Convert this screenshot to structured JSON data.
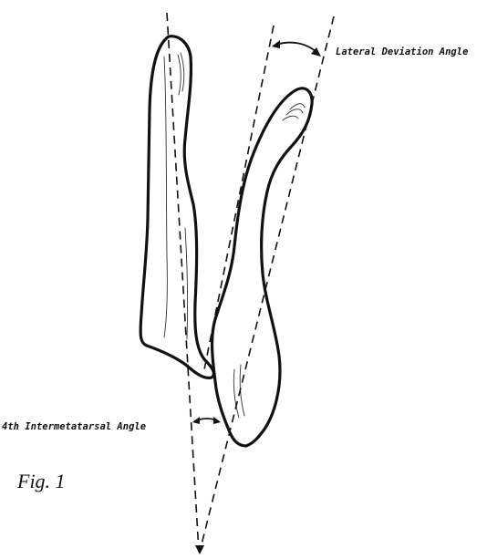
{
  "figure": {
    "lateral_deviation_label": "Lateral Deviation Angle",
    "intermetatarsal_label": "4th Intermetatarsal Angle",
    "caption": "Fig. 1"
  },
  "icons": {
    "left_bone": "metatarsal-bone-icon",
    "right_bone": "phalanx-bone-icon"
  },
  "colors": {
    "ink": "#111111",
    "background": "#ffffff"
  }
}
